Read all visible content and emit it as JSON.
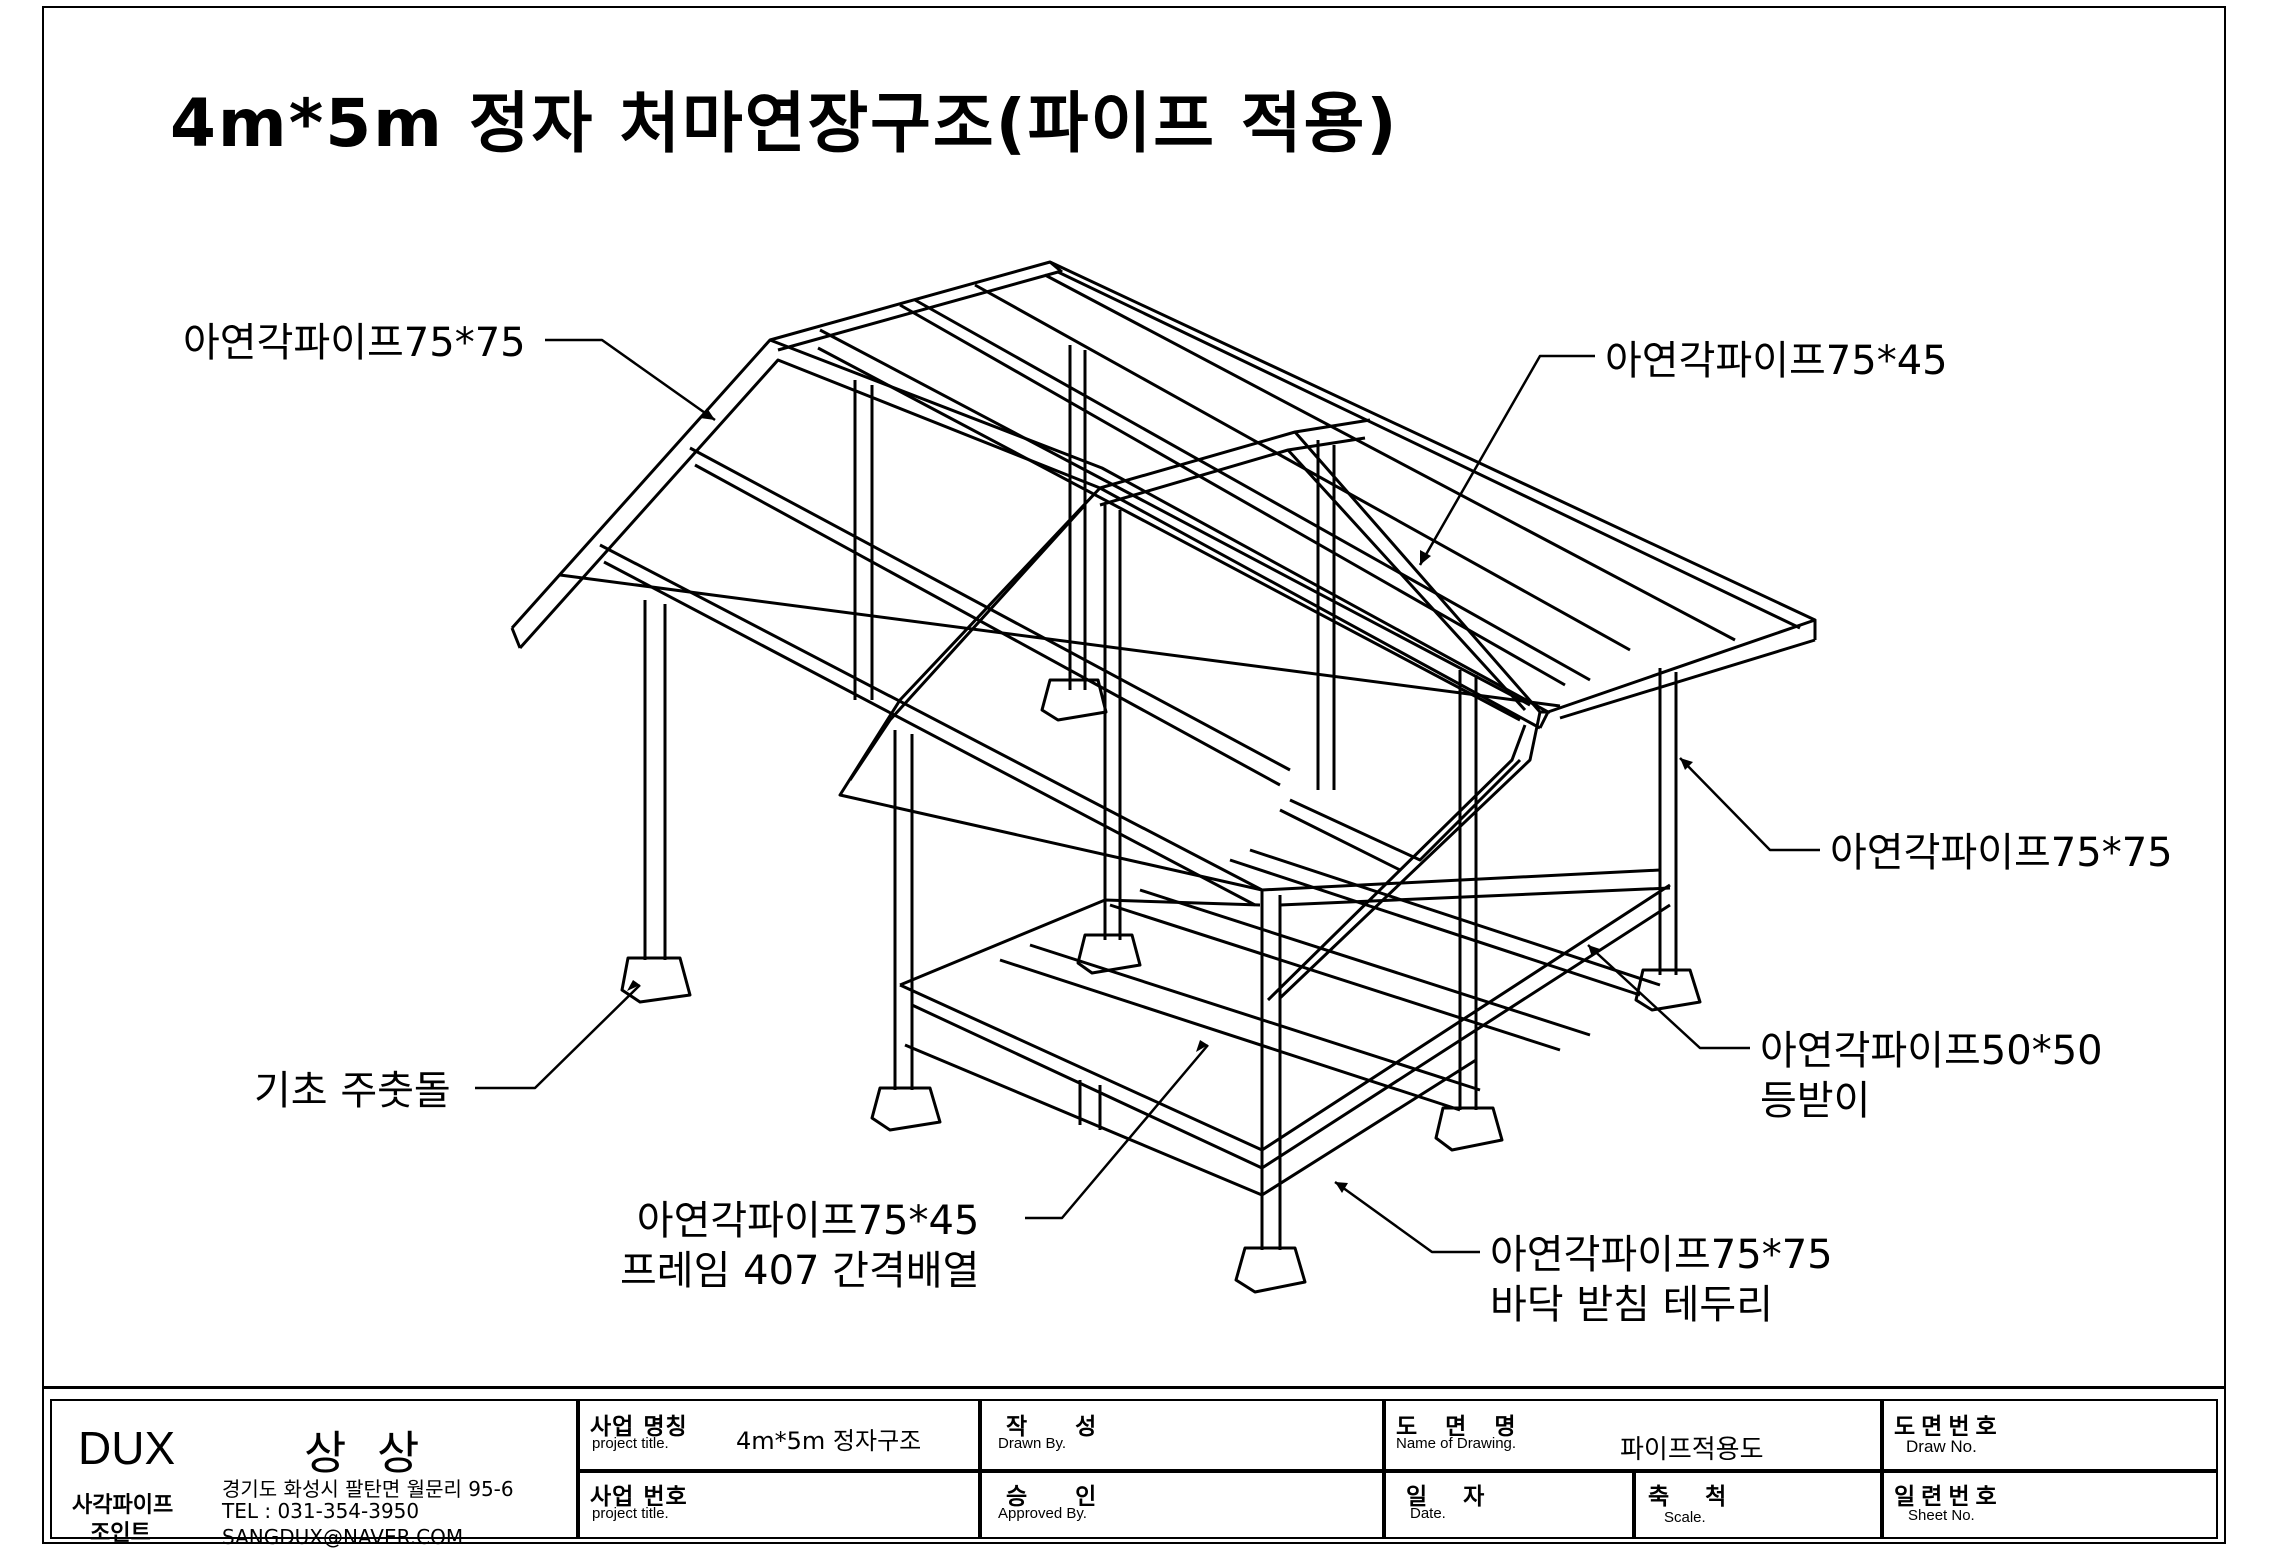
{
  "title": "4m*5m 정자 처마연장구조(파이프 적용)",
  "callouts": {
    "top_left_pipe": "아연각파이프75*75",
    "top_right_pipe": "아연각파이프75*45",
    "right_column": "아연각파이프75*75",
    "backrest_pipe": "아연각파이프50*50",
    "backrest_name": "등받이",
    "foundation": "기초 주춧돌",
    "frame_pipe": "아연각파이프75*45",
    "frame_spacing": "프레임 407 간격배열",
    "floor_pipe": "아연각파이프75*75",
    "floor_name": "바닥 받침 테두리"
  },
  "title_block": {
    "company_logo": "DUX",
    "company_name": "상 상",
    "company_sub1": "사각파이프",
    "company_sub2": "조인트",
    "address": "경기도 화성시 팔탄면 월문리 95-6",
    "tel": "TEL : 031-354-3950",
    "email": "SANGDUX@NAVER.COM",
    "project_name_label": "사업 명칭",
    "project_name_sub": "project title.",
    "project_name_value": "4m*5m 정자구조",
    "project_no_label": "사업 번호",
    "project_no_sub": "project title.",
    "drawn_label": "작 성",
    "drawn_sub": "Drawn By.",
    "approved_label": "승 인",
    "approved_sub": "Approved By.",
    "drawing_name_label": "도 면 명",
    "drawing_name_sub": "Name of Drawing.",
    "drawing_name_value": "파이프적용도",
    "date_label": "일 자",
    "date_sub": "Date.",
    "scale_label": "축 척",
    "scale_sub": "Scale.",
    "draw_no_label": "도면번호",
    "draw_no_sub": "Draw No.",
    "sheet_no_label": "일련번호",
    "sheet_no_sub": "Sheet No."
  }
}
